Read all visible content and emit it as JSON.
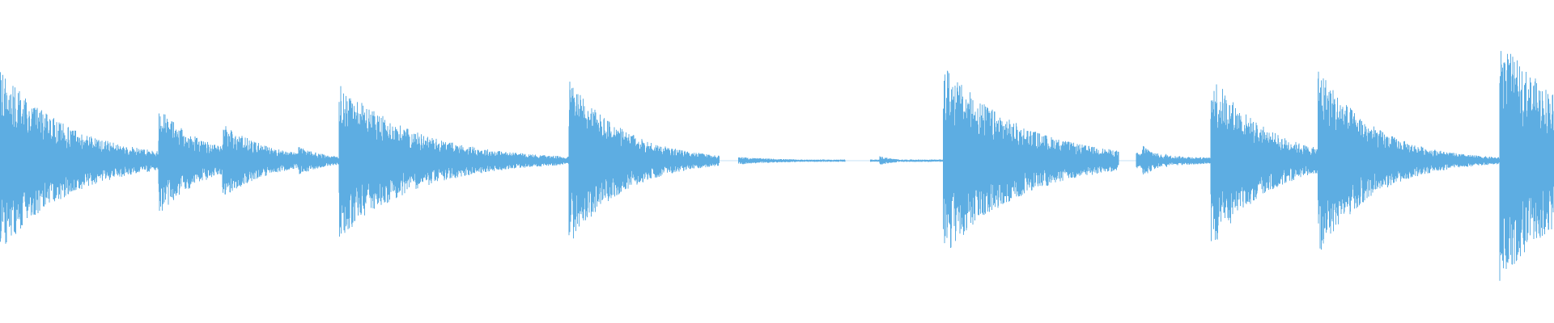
{
  "waveform": {
    "color": "#5dade2",
    "onsets": [
      {
        "t": 0.0,
        "peak": 0.76,
        "decay": 0.045
      },
      {
        "t": 0.07,
        "peak": 0.12,
        "decay": 0.02
      },
      {
        "t": 0.102,
        "peak": 0.45,
        "decay": 0.03
      },
      {
        "t": 0.143,
        "peak": 0.32,
        "decay": 0.03
      },
      {
        "t": 0.192,
        "peak": 0.12,
        "decay": 0.02
      },
      {
        "t": 0.218,
        "peak": 0.65,
        "decay": 0.05
      },
      {
        "t": 0.261,
        "peak": 0.12,
        "decay": 0.03
      },
      {
        "t": 0.276,
        "peak": 0.12,
        "decay": 0.03
      },
      {
        "t": 0.366,
        "peak": 0.7,
        "decay": 0.035
      },
      {
        "t": 0.566,
        "peak": 0.04,
        "decay": 0.01
      },
      {
        "t": 0.607,
        "peak": 0.8,
        "decay": 0.05
      },
      {
        "t": 0.669,
        "peak": 0.06,
        "decay": 0.015
      },
      {
        "t": 0.735,
        "peak": 0.14,
        "decay": 0.012
      },
      {
        "t": 0.75,
        "peak": 0.06,
        "decay": 0.01
      },
      {
        "t": 0.779,
        "peak": 0.75,
        "decay": 0.035
      },
      {
        "t": 0.848,
        "peak": 0.8,
        "decay": 0.035
      },
      {
        "t": 0.905,
        "peak": 0.06,
        "decay": 0.012
      },
      {
        "t": 0.965,
        "peak": 1.0,
        "decay": 0.06
      }
    ],
    "gaps": [
      {
        "from": 0.463,
        "to": 0.475
      },
      {
        "from": 0.544,
        "to": 0.56
      },
      {
        "from": 0.72,
        "to": 0.731
      }
    ],
    "noise_floor": 0.01
  }
}
